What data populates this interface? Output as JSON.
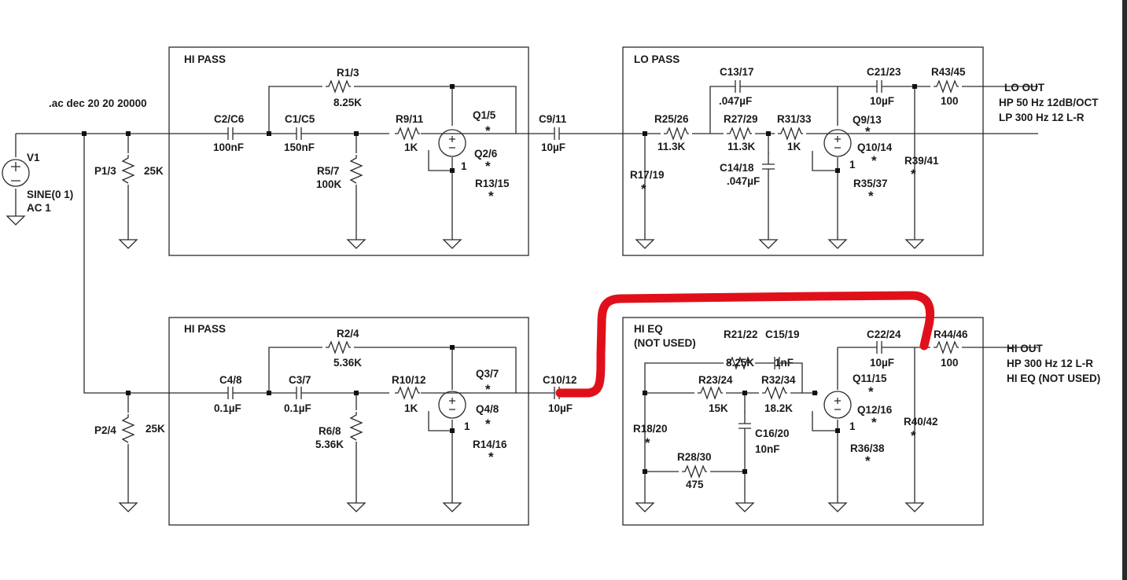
{
  "accent_color": "#e0101a",
  "sim": {
    "directive": ".ac dec 20 20 20000"
  },
  "source": {
    "name": "V1",
    "value": "SINE(0 1)",
    "ac": "AC 1"
  },
  "outputs": {
    "lo_out": [
      "LO OUT",
      "HP 50 Hz 12dB/OCT",
      "LP 300 Hz 12 L-R"
    ],
    "hi_out": [
      "HI OUT",
      "HP 300 Hz 12 L-R",
      "HI EQ (NOT USED)"
    ]
  },
  "blocks": {
    "hipass_top": {
      "title": "HI PASS",
      "pot": [
        "P1/3",
        "25K"
      ],
      "c_in": [
        "C2/C6",
        "100nF"
      ],
      "c2": [
        "C1/C5",
        "150nF"
      ],
      "r_fb": [
        "R1/3",
        "8.25K"
      ],
      "r_gnd": [
        "R5/7",
        "100K"
      ],
      "r_in": [
        "R9/11",
        "1K"
      ],
      "opamp": [
        "Q1/5",
        "Q2/6",
        "R13/15"
      ],
      "c_out": [
        "C9/11",
        "10µF"
      ]
    },
    "hipass_bottom": {
      "title": "HI PASS",
      "pot": [
        "P2/4",
        "25K"
      ],
      "c_in": [
        "C4/8",
        "0.1µF"
      ],
      "c2": [
        "C3/7",
        "0.1µF"
      ],
      "r_fb": [
        "R2/4",
        "5.36K"
      ],
      "r_gnd": [
        "R6/8",
        "5.36K"
      ],
      "r_in": [
        "R10/12",
        "1K"
      ],
      "opamp": [
        "Q3/7",
        "Q4/8",
        "R14/16"
      ],
      "c_out": [
        "C10/12",
        "10µF"
      ]
    },
    "lopass": {
      "title": "LO PASS",
      "r_a": [
        "R25/26",
        "11.3K"
      ],
      "r_b": [
        "R27/29",
        "11.3K"
      ],
      "r_c": [
        "R31/33",
        "1K"
      ],
      "c_fb": [
        "C13/17",
        ".047µF"
      ],
      "c_gnd": [
        "C14/18",
        ".047µF"
      ],
      "r_gnd": "R17/19",
      "opamp": [
        "Q9/13",
        "Q10/14",
        "R35/37"
      ],
      "c_out": [
        "C21/23",
        "10µF"
      ],
      "r_load": "R39/41",
      "r_out": [
        "R43/45",
        "100"
      ]
    },
    "hieq": {
      "title": [
        "HI EQ",
        "(NOT USED)"
      ],
      "r_a": [
        "R21/22",
        "8.25K"
      ],
      "c_a": [
        "C15/19",
        "1nF"
      ],
      "r_b": [
        "R23/24",
        "15K"
      ],
      "r_c": [
        "R32/34",
        "18.2K"
      ],
      "c_gnd": [
        "C16/20",
        "10nF"
      ],
      "r_gnd": "R18/20",
      "r_d": [
        "R28/30",
        "475"
      ],
      "opamp": [
        "Q11/15",
        "Q12/16",
        "R36/38"
      ],
      "c_out": [
        "C22/24",
        "10µF"
      ],
      "r_load": "R40/42",
      "r_out": [
        "R44/46",
        "100"
      ]
    }
  },
  "marks": {
    "star": "*",
    "pin1": "1",
    "plus": "+",
    "minus": "−"
  }
}
